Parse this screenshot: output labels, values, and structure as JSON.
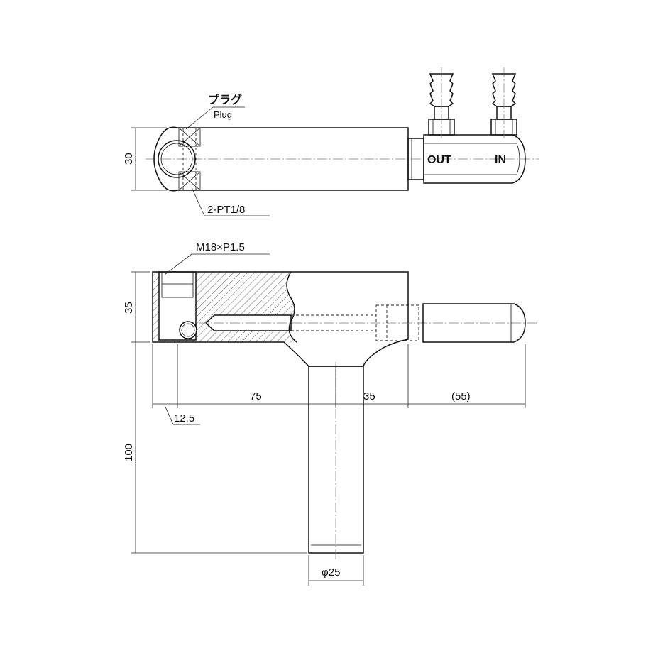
{
  "labels": {
    "plug_jp": "プラグ",
    "plug_en": "Plug",
    "thread_port": "2-PT1/8",
    "thread_main": "M18×P1.5",
    "out": "OUT",
    "in": "IN"
  },
  "dimensions": {
    "top_height": "30",
    "body_height": "35",
    "dim_75": "75",
    "dim_35": "35",
    "dim_55": "(55)",
    "dim_12_5": "12.5",
    "dim_100": "100",
    "dim_phi25": "φ25"
  },
  "colors": {
    "line": "#111111",
    "hatch": "#333333",
    "background": "#ffffff"
  }
}
